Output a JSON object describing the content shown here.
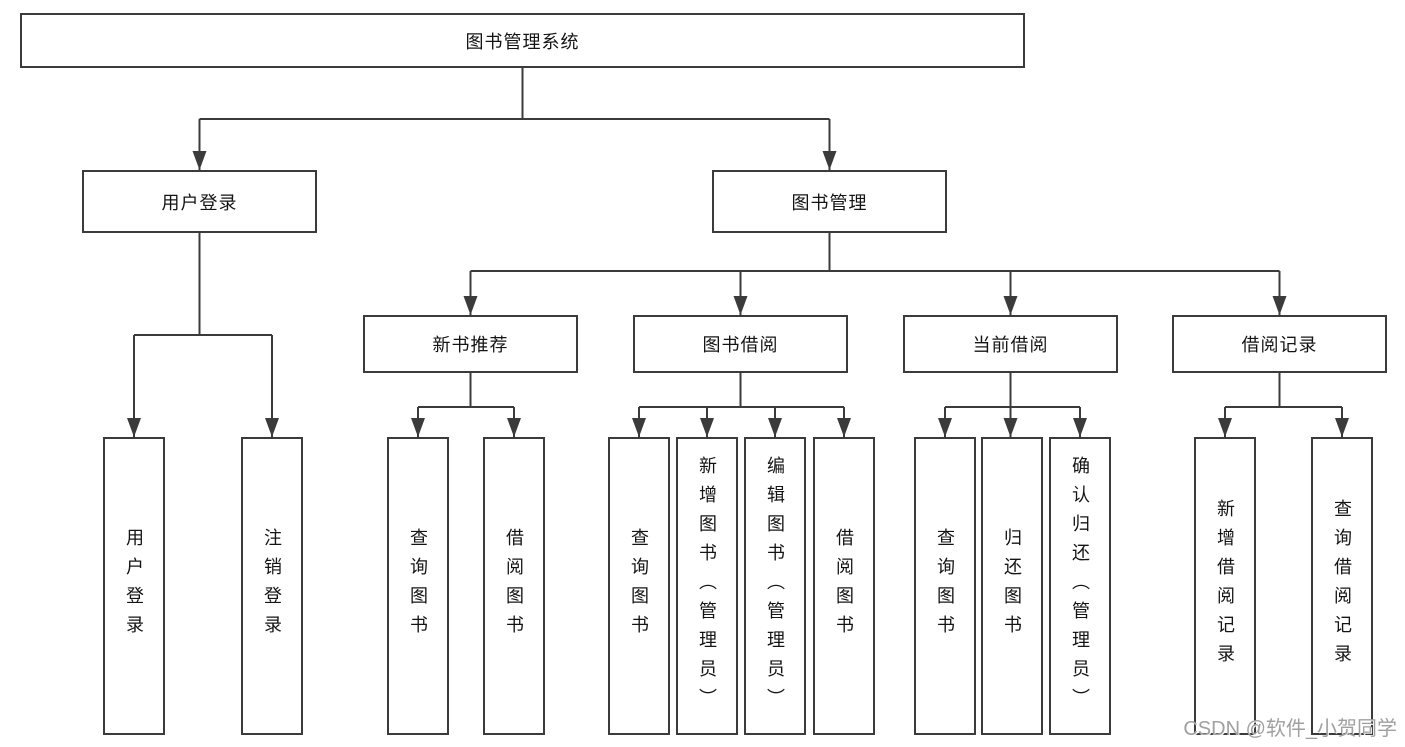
{
  "tree": {
    "label": "图书管理系统",
    "children": [
      {
        "label": "用户登录",
        "children": [
          {
            "label": "用户登录"
          },
          {
            "label": "注销登录"
          }
        ]
      },
      {
        "label": "图书管理",
        "children": [
          {
            "label": "新书推荐",
            "children": [
              {
                "label": "查询图书"
              },
              {
                "label": "借阅图书"
              }
            ]
          },
          {
            "label": "图书借阅",
            "children": [
              {
                "label": "查询图书"
              },
              {
                "label": "新增图书（管理员）"
              },
              {
                "label": "编辑图书（管理员）"
              },
              {
                "label": "借阅图书"
              }
            ]
          },
          {
            "label": "当前借阅",
            "children": [
              {
                "label": "查询图书"
              },
              {
                "label": "归还图书"
              },
              {
                "label": "确认归还（管理员）"
              }
            ]
          },
          {
            "label": "借阅记录",
            "children": [
              {
                "label": "新增借阅记录"
              },
              {
                "label": "查询借阅记录"
              }
            ]
          }
        ]
      }
    ]
  },
  "watermark": "CSDN @软件_小贺同学",
  "colors": {
    "line": "#3b3b3b",
    "text": "#141414",
    "watermark": "#a0a0a0",
    "background": "#ffffff"
  }
}
